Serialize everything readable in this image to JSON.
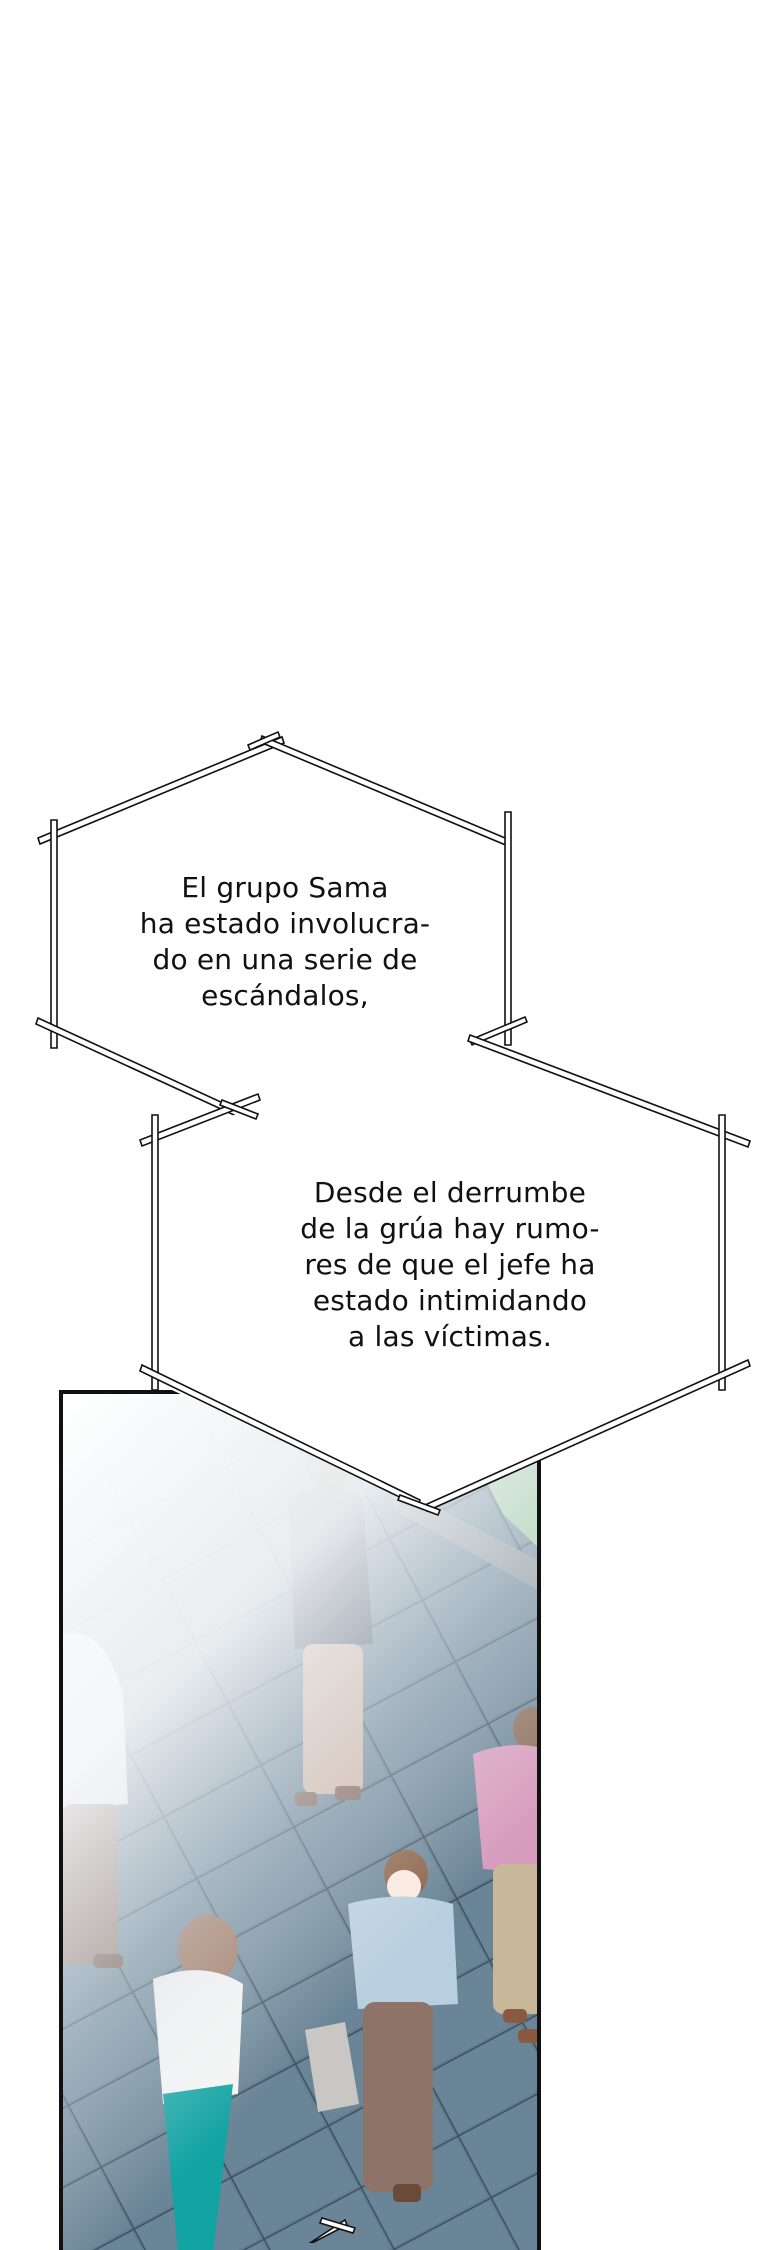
{
  "page": {
    "type": "webtoon-panel",
    "background": "#ffffff"
  },
  "bubbles": [
    {
      "id": "narration-1",
      "shape": "hexagon-with-crossed-corners",
      "lines": [
        "El grupo Sama",
        "ha estado involucra-",
        "do en una serie de",
        "escándalos,"
      ],
      "text": "El grupo Sama\nha estado involucra-\ndo en una serie de\nescándalos,"
    },
    {
      "id": "narration-2",
      "shape": "hexagon-with-crossed-corners",
      "lines": [
        "Desde el derrumbe",
        "de la grúa hay rumo-",
        "res de que el jefe ha",
        "estado intimidando",
        "a las víctimas."
      ],
      "text": "Desde el derrumbe\nde la grúa hay rumo-\nres de que el jefe ha\nestado intimidando\na las víctimas."
    }
  ],
  "panel": {
    "description": "Overhead view of people walking on a tiled plaza, faded to white at the top-left",
    "colors": {
      "border": "#111111",
      "tiles": "#5f7889",
      "tile_lines": "#3e5261",
      "grass": "#9fd39f",
      "shirt_blue": "#b9cfdf",
      "pants_brown": "#8e7468",
      "hoodie_white": "#f3f3f3",
      "leggings_teal": "#14a3a3",
      "hair_brown": "#9a6f57",
      "shirt_pink": "#d79bbd",
      "pants_khaki": "#c8b89a",
      "bag_grey": "#c9c6c3"
    }
  }
}
